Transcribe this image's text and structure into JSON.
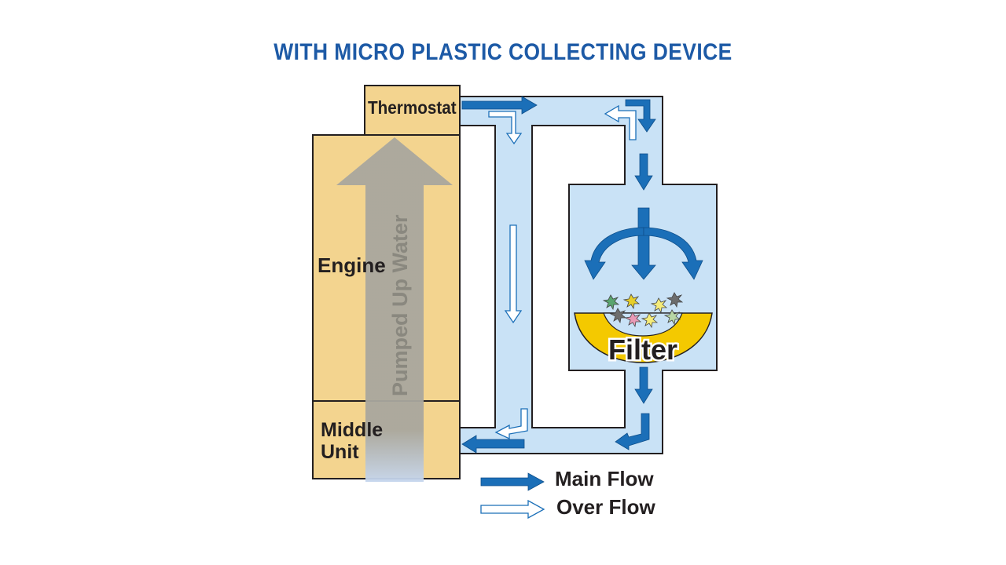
{
  "title": "WITH MICRO PLASTIC COLLECTING DEVICE",
  "labels": {
    "thermostat": "Thermostat",
    "engine": "Engine",
    "middle_unit_line1": "Middle",
    "middle_unit_line2": "Unit",
    "pumped": "Pumped Up Water",
    "filter": "Filter"
  },
  "legend": [
    {
      "label": "Main Flow",
      "style": "solid"
    },
    {
      "label": "Over Flow",
      "style": "outline"
    }
  ],
  "colors": {
    "title": "#1d5aa6",
    "engine_fill": "#f3d48f",
    "pipe_fill": "#c9e2f6",
    "main_arrow": "#1b6fb8",
    "filter_fill": "#f4c900",
    "pumped_arrow": "#a9a79e"
  }
}
